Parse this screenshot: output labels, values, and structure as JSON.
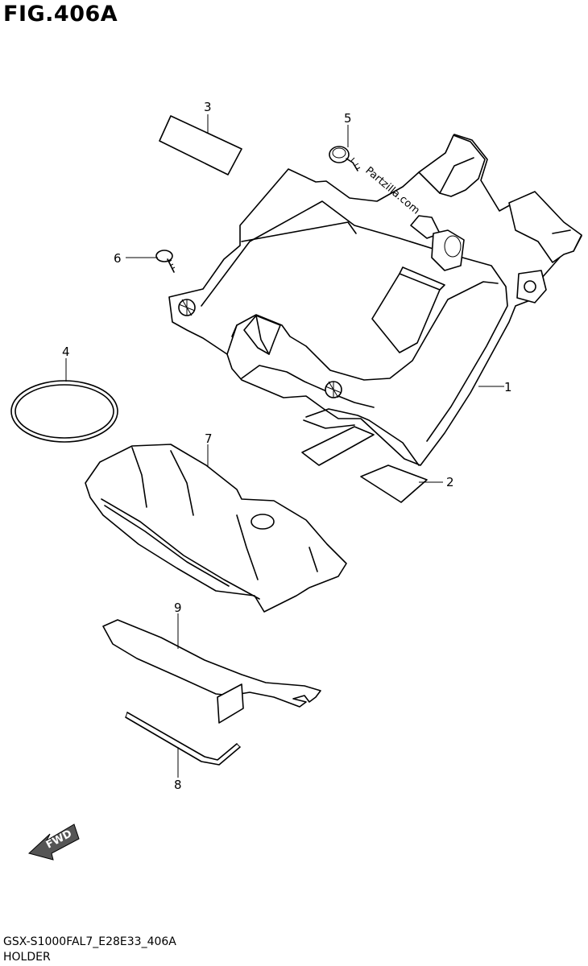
{
  "figure": {
    "title": "FIG.406A",
    "model_code": "GSX-S1000FAL7_E28E33_406A",
    "caption": "HOLDER",
    "watermark": "Partzilla.com",
    "fwd_label": "FWD"
  },
  "callouts": [
    {
      "id": "callout-1",
      "label": "1"
    },
    {
      "id": "callout-2",
      "label": "2"
    },
    {
      "id": "callout-3",
      "label": "3"
    },
    {
      "id": "callout-4",
      "label": "4"
    },
    {
      "id": "callout-5",
      "label": "5"
    },
    {
      "id": "callout-6",
      "label": "6"
    },
    {
      "id": "callout-7",
      "label": "7"
    },
    {
      "id": "callout-8",
      "label": "8"
    },
    {
      "id": "callout-9",
      "label": "9"
    }
  ]
}
